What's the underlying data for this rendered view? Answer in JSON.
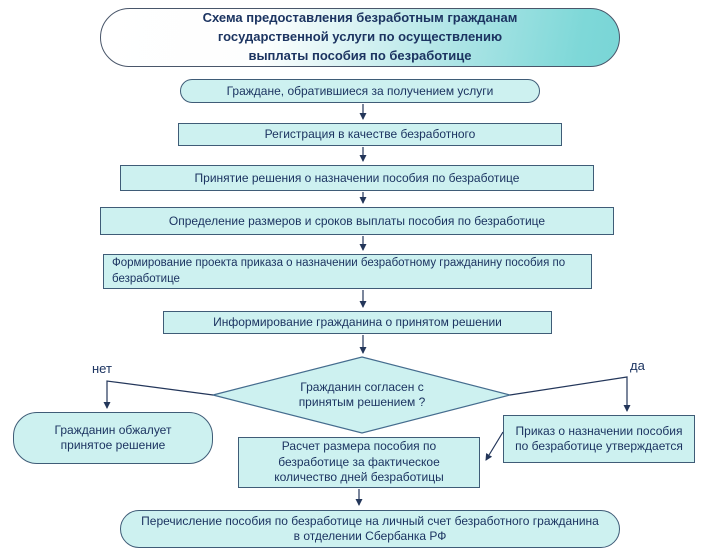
{
  "diagram": {
    "title": "Схема предоставления безработным гражданам\nгосударственной услуги по осуществлению\nвыплаты пособия по безработице",
    "nodes": {
      "applicants": "Граждане, обратившиеся за получением услуги",
      "registration": "Регистрация в качестве безработного",
      "decision_making": "Принятие решения о назначении пособия по безработице",
      "determination": "Определение размеров и сроков выплаты пособия по безработице",
      "draft_order": "Формирование проекта приказа о назначении безработному гражданину пособия по\nбезработице",
      "informing": "Информирование гражданина о принятом решении",
      "agree_question": "Гражданин согласен с\nпринятым решением ?",
      "appeal": "Гражданин обжалует\nпринятое решение",
      "order_approved": "Приказ о назначении пособия\nпо безработице утверждается",
      "calculation": "Расчет размера пособия по\nбезработице за фактическое\nколичество дней безработицы",
      "transfer": "Перечисление пособия по безработице на личный счет безработного гражданина\nв отделении Сбербанка РФ"
    },
    "labels": {
      "no": "нет",
      "yes": "да"
    },
    "colors": {
      "background": "#ffffff",
      "node_fill": "#cdf1f0",
      "node_border": "#3f5c77",
      "title_gradient_start": "#ffffff",
      "title_gradient_end": "#7ed8d8",
      "text": "#1c3461",
      "connector": "#23365a"
    }
  }
}
